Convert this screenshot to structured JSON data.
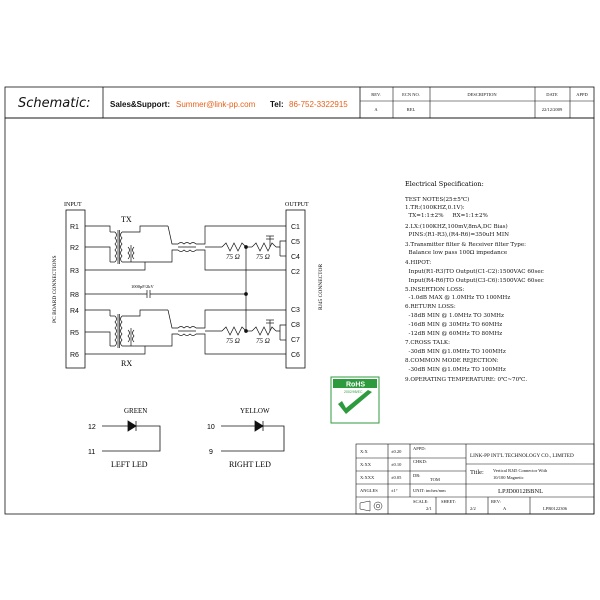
{
  "header": {
    "title": "Schematic:",
    "support_label": "Sales&Support:",
    "support_email": "Summer@link-pp.com",
    "tel_label": "Tel:",
    "tel_number": "86-752-3322915",
    "accent_color": "#e8611a"
  },
  "revision_table": {
    "headers": [
      "REV.",
      "ECN NO.",
      "DESCRIPTION",
      "DATE",
      "APPD"
    ],
    "row": [
      "A",
      "REL",
      "",
      "22/12/2009",
      ""
    ]
  },
  "schematic": {
    "input_label": "INPUT",
    "output_label": "OUTPUT",
    "pc_board_label": "PC BOARD CONNECTIONS",
    "rj45_label": "RJ45 CONNECTOR",
    "tx_label": "TX",
    "rx_label": "RX",
    "left_pins": [
      "R1",
      "R2",
      "R3",
      "R8",
      "R4",
      "R5",
      "R6"
    ],
    "right_pins": [
      "C1",
      "C5",
      "C4",
      "C2",
      "C3",
      "C8",
      "C7",
      "C6"
    ],
    "resistor_label": "75 Ω",
    "cap_label": "1000pF/2kV"
  },
  "spec": {
    "title": "Electrical Specification:",
    "lines": [
      "TEST NOTES(25±5℃)",
      "1.TR:(100KHZ,0.1V):",
      "  TX=1:1±2%     RX=1:1±2%",
      "2.LX:(100KHZ,100mV,8mA,DC Bias)",
      "  PINS:(R1-R3),(R4-R6)=350uH MIN",
      "3.Transmitter filter & Receiver filter Type:",
      "  Balance low pass 100Ω impedance",
      "4.HIPOT:",
      "  Input(R1-R3)TO Output(C1-C2):1500VAC 60sec",
      "  Input(R4-R6)TO Output(C3-C6):1500VAC 60sec",
      "5.INSERTION LOSS:",
      "  -1.0dB MAX @ 1.0MHz TO 100MHz",
      "6.RETURN LOSS:",
      "  -18dB MIN @ 1.0MHz TO 30MHz",
      "  -16dB MIN @ 30MHz TO 60MHz",
      "  -12dB MIN @ 60MHz TO 80MHz",
      "7.CROSS TALK:",
      "  -30dB MIN @1.0MHz TO 100MHz",
      "8.COMMON MODE REJECTION:",
      "  -30dB MIN @1.0MHz TO 100MHz",
      "9.OPERATING TEMPERATURE: 0℃~70℃."
    ]
  },
  "rohs": {
    "title": "RoHS",
    "subtitle": "2002/95/EC",
    "color": "#2e9a3e"
  },
  "leds": {
    "left": {
      "color_name": "GREEN",
      "pin_a": "12",
      "pin_b": "11",
      "label": "LEFT LED"
    },
    "right": {
      "color_name": "YELLOW",
      "pin_a": "10",
      "pin_b": "9",
      "label": "RIGHT LED"
    }
  },
  "title_block": {
    "tol_x": "X:X",
    "tol_x_val": "±0.20",
    "tol_xx": "X:XX",
    "tol_xx_val": "±0.10",
    "tol_xxx": "X:XXX",
    "tol_xxx_val": "±0.05",
    "angles": "ANGLES",
    "angles_val": "±1°",
    "appd_label": "APPD:",
    "chkd_label": "CHKD:",
    "dr_label": "DR:",
    "dr_val": "TOM",
    "unit_label": "UNIT: inches/mm",
    "company": "LINK-PP INT'L TECHNOLOGY CO., LIMITED",
    "title_label": "Title:",
    "title_line1": "Vertical RJ45 Connector With",
    "title_line2": "10/100 Magnetic",
    "part_no": "LPJD0012BBNL",
    "scale_label": "SCALE:",
    "scale_val": "2/1",
    "sheet_label": "SHEET:",
    "sheet_val": "2/2",
    "rev_label": "REV:",
    "rev_val": "A",
    "doc_no": "LPR0122306"
  }
}
